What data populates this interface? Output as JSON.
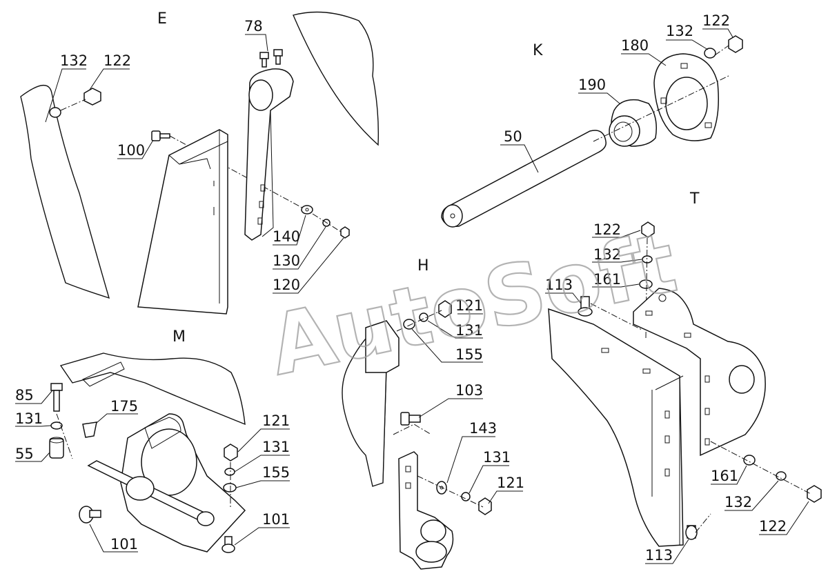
{
  "views": {
    "E": "E",
    "K": "K",
    "T": "T",
    "M": "M",
    "H": "H"
  },
  "watermark": "AutoSoft",
  "labels": {
    "e_132": "132",
    "e_122": "122",
    "e_78": "78",
    "e_100": "100",
    "e_140": "140",
    "e_130": "130",
    "e_120": "120",
    "k_132": "132",
    "k_122": "122",
    "k_180": "180",
    "k_190": "190",
    "k_50": "50",
    "t_122": "122",
    "t_132": "132",
    "t_161": "161",
    "t_113a": "113",
    "t_161b": "161",
    "t_132b": "132",
    "t_122b": "122",
    "t_113b": "113",
    "h_121": "121",
    "h_131": "131",
    "h_155": "155",
    "h_103": "103",
    "h_143": "143",
    "h_131b": "131",
    "h_121b": "121",
    "m_85": "85",
    "m_131": "131",
    "m_55": "55",
    "m_175": "175",
    "m_121": "121",
    "m_131b": "131",
    "m_155": "155",
    "m_101a": "101",
    "m_101b": "101"
  },
  "colors": {
    "line": "#111111",
    "watermark": "#9a9a9a",
    "background": "#ffffff"
  }
}
